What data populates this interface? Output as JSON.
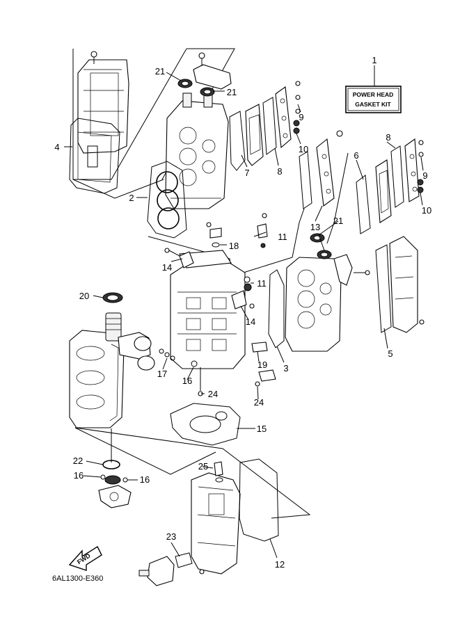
{
  "title_box": {
    "line1": "POWER HEAD",
    "line2": "GASKET KIT"
  },
  "fwd_label": "FWD",
  "diagram_code": "6AL1300-E360",
  "callouts": {
    "c1": "1",
    "c2": "2",
    "c3": "3",
    "c4": "4",
    "c5": "5",
    "c6": "6",
    "c7": "7",
    "c8a": "8",
    "c8b": "8",
    "c9a": "9",
    "c9b": "9",
    "c10a": "10",
    "c10b": "10",
    "c11a": "11",
    "c11b": "11",
    "c12": "12",
    "c13": "13",
    "c14a": "14",
    "c14b": "14",
    "c15": "15",
    "c16a": "16",
    "c16b": "16",
    "c16c": "16",
    "c17": "17",
    "c18": "18",
    "c19": "19",
    "c20": "20",
    "c21a": "21",
    "c21b": "21",
    "c21c": "21",
    "c22": "22",
    "c23": "23",
    "c24a": "24",
    "c24b": "24",
    "c25": "25"
  },
  "icons": {
    "fwd_arrow": "fwd-arrow-icon"
  }
}
